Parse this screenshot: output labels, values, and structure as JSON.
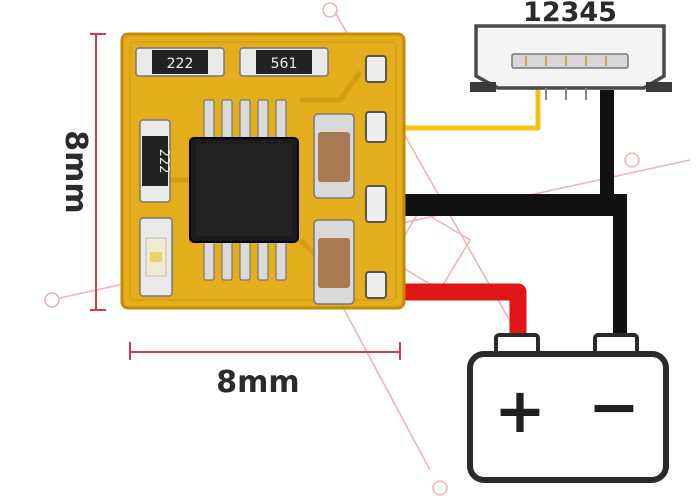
{
  "dimensions": {
    "vertical_label": "8mm",
    "horizontal_label": "8mm"
  },
  "connector": {
    "pin_label": "12345"
  },
  "components": {
    "resistor_top_left": "222",
    "resistor_top_right": "561",
    "resistor_left": "222"
  },
  "battery": {
    "plus_symbol": "+",
    "minus_symbol": "−"
  },
  "colors": {
    "pcb": "#e3ad1c",
    "pcb_edge": "#c48a0a",
    "dimension_line": "#d04040",
    "wire_red": "#e01616",
    "wire_black": "#111111",
    "wire_yellow": "#f2c21a",
    "watermark": "#e5a3a3"
  }
}
